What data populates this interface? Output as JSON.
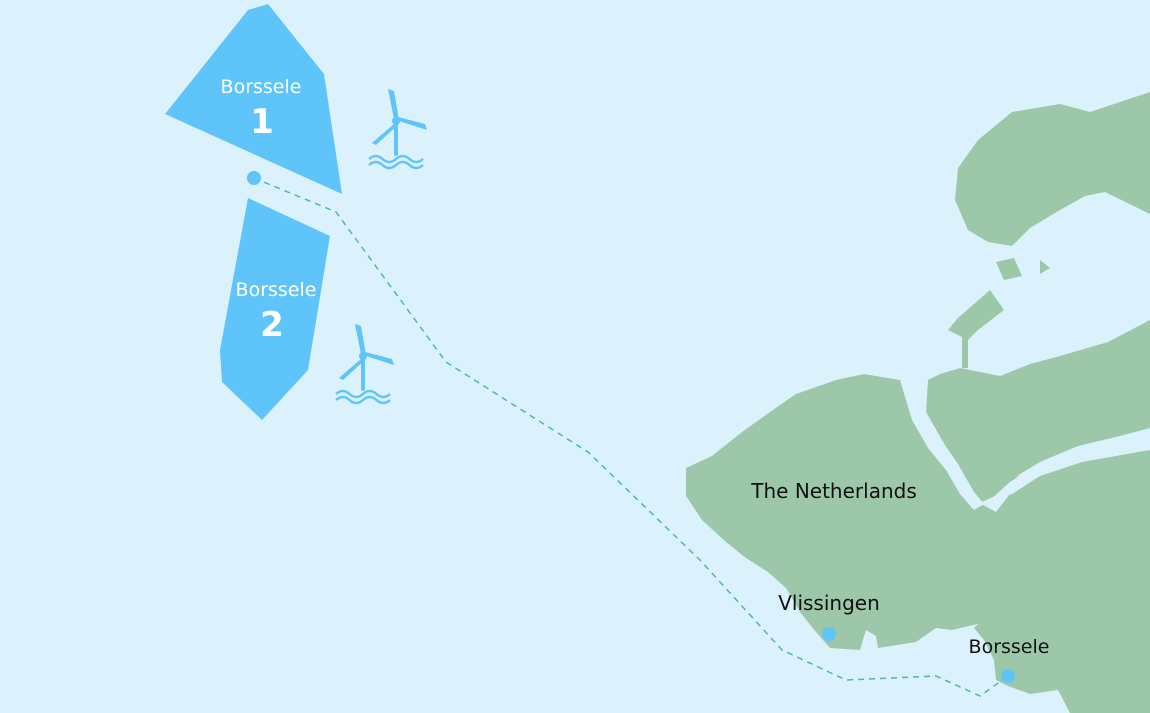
{
  "colors": {
    "sea": "#dbf2fd",
    "land": "#9cc8a9",
    "wind_zone": "#5ec4fa",
    "cable": "#4fb3c2",
    "marker": "#5ec4fa",
    "label_text": "#111111"
  },
  "map": {
    "wind_farms": [
      {
        "name": "Borssele",
        "number": "1",
        "icon": "offshore-wind-turbine-icon"
      },
      {
        "name": "Borssele",
        "number": "2",
        "icon": "offshore-wind-turbine-icon"
      }
    ],
    "labels": {
      "country": "The Netherlands",
      "city": "Vlissingen",
      "landing_point": "Borssele"
    }
  }
}
